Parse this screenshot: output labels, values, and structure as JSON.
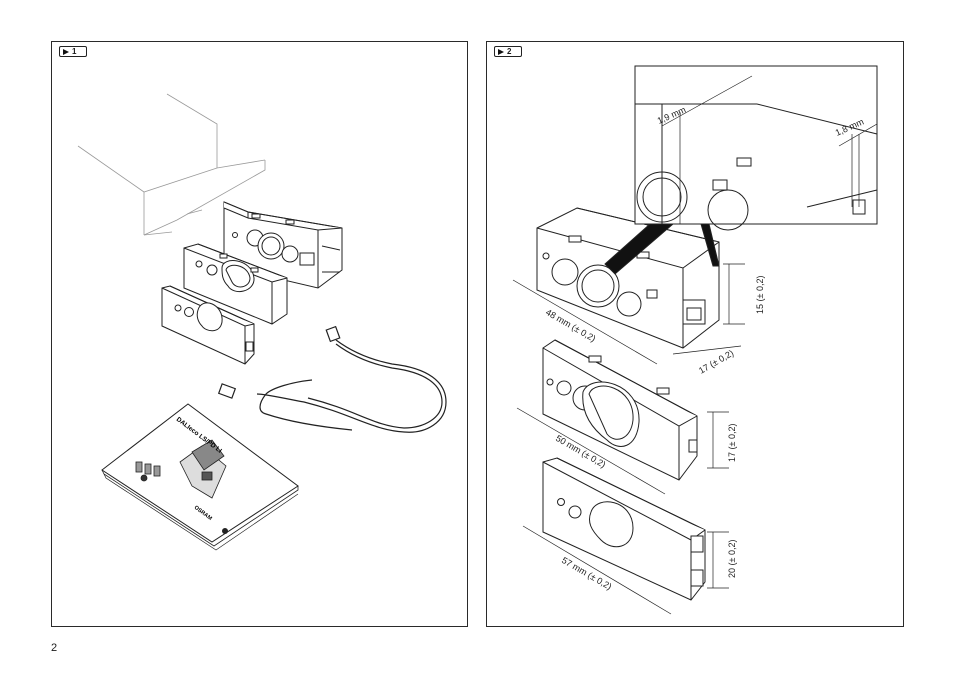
{
  "figures": [
    {
      "step": "1",
      "booklet": {
        "title": "DALIeco LS/PD LI",
        "brand": "OSRAM"
      }
    },
    {
      "step": "2",
      "detail_dimensions": [
        "1,9 mm",
        "1,8 mm"
      ],
      "dimensions": [
        "48 mm (± 0,2)",
        "15 (± 0,2)",
        "17 (± 0,2)",
        "50 mm (± 0,2)",
        "17 (± 0,2)",
        "57 mm (± 0,2)",
        "20 (± 0,2)"
      ]
    }
  ],
  "page_number": "2"
}
